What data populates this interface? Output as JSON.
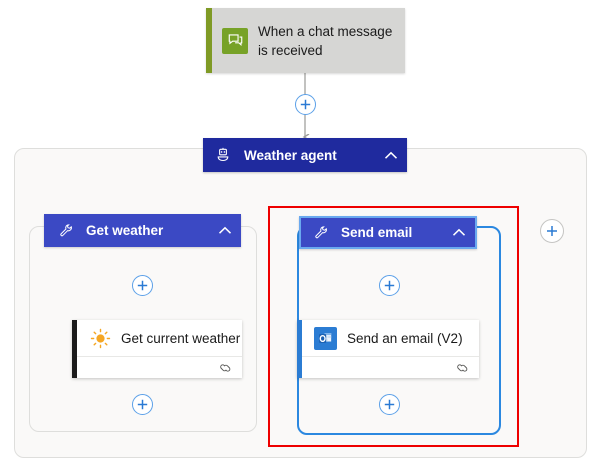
{
  "diagram": {
    "type": "workflow-designer-canvas",
    "trigger": {
      "label": "When a chat message is received",
      "icon": "chat-bubble-icon",
      "accent_color": "#7f9a25",
      "icon_tile_color": "#77a227",
      "background": "#d6d6d4"
    },
    "agent": {
      "label": "Weather agent",
      "icon": "robot-icon",
      "collapse_icon": "chevron-up-icon",
      "background": "#1f2a9e",
      "text_color": "#ffffff"
    },
    "branches": [
      {
        "id": "get-weather",
        "header_label": "Get weather",
        "header_icon": "wrench-icon",
        "collapse_icon": "chevron-up-icon",
        "header_background": "#3b49c4",
        "selected": false,
        "group_border_color": "#dededc",
        "connector_color": "#b3b3b1",
        "action": {
          "label": "Get current weather",
          "icon": "sun-icon",
          "accent_color": "#1b1b1b",
          "footer_icon": "link-icon"
        },
        "add_buttons": [
          "add-step-above-action",
          "add-step-below-action"
        ]
      },
      {
        "id": "send-email",
        "header_label": "Send email",
        "header_icon": "wrench-icon",
        "collapse_icon": "chevron-up-icon",
        "header_background": "#3b49c4",
        "selected": true,
        "group_border_color": "#2b88e0",
        "connector_color": "#4a9aea",
        "action": {
          "label": "Send an email (V2)",
          "icon": "outlook-icon",
          "accent_color": "#2b7cd3",
          "footer_icon": "link-icon"
        },
        "add_buttons": [
          "add-step-above-action",
          "add-step-below-action"
        ]
      }
    ],
    "add_buttons": {
      "trigger_to_agent": "add-step-icon",
      "add_branch": "add-branch-icon",
      "plus_glyph": "plus-icon"
    },
    "annotation": {
      "shape": "rectangle",
      "color": "#ee0000",
      "target": "send-email"
    },
    "canvas_background": "#ffffff",
    "agent_frame_background": "#faf9f8"
  }
}
